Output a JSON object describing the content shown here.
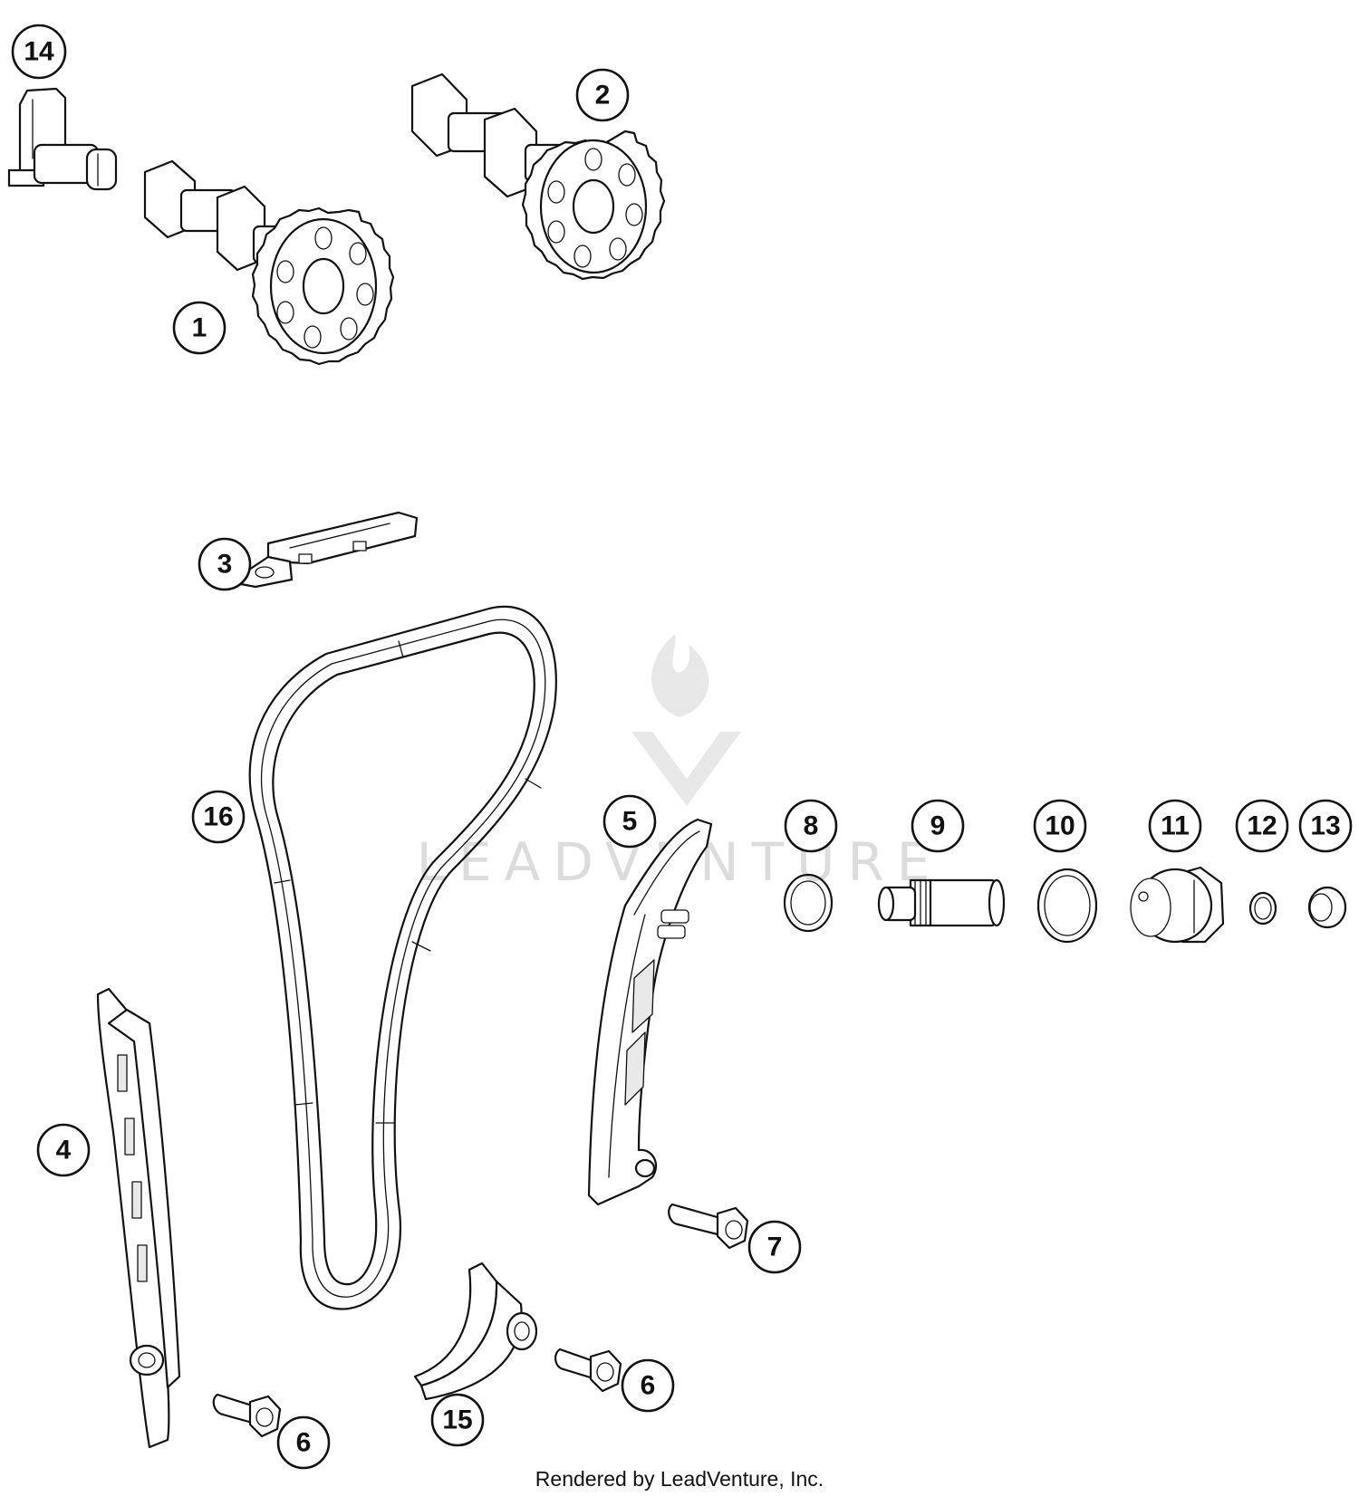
{
  "callouts": [
    {
      "label": "14"
    },
    {
      "label": "2"
    },
    {
      "label": "1"
    },
    {
      "label": "3"
    },
    {
      "label": "16"
    },
    {
      "label": "5"
    },
    {
      "label": "8"
    },
    {
      "label": "9"
    },
    {
      "label": "10"
    },
    {
      "label": "11"
    },
    {
      "label": "12"
    },
    {
      "label": "13"
    },
    {
      "label": "4"
    },
    {
      "label": "7"
    },
    {
      "label": "6"
    },
    {
      "label": "6"
    },
    {
      "label": "15"
    }
  ],
  "watermark": {
    "text": "LEADVENTURE"
  },
  "footer": {
    "credit": "Rendered by LeadVenture, Inc."
  }
}
